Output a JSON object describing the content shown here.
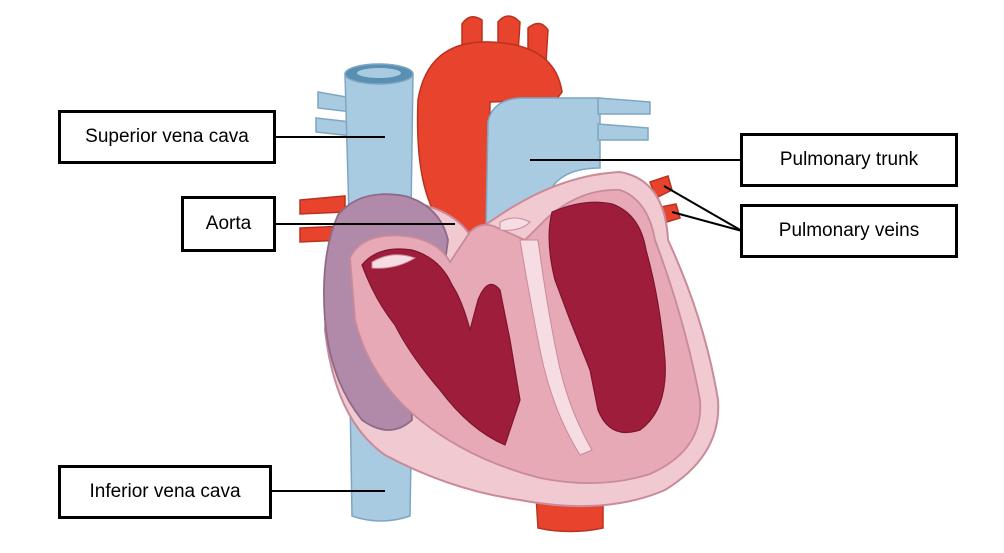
{
  "labels": {
    "superior_vena_cava": "Superior vena cava",
    "aorta": "Aorta",
    "inferior_vena_cava": "Inferior vena cava",
    "pulmonary_trunk": "Pulmonary trunk",
    "pulmonary_veins": "Pulmonary veins"
  },
  "colors": {
    "vena_cava": "#a9cbe2",
    "aorta": "#e8442d",
    "atrium": "#b08aa8",
    "pericardium": "#f1c9d1",
    "myocardium": "#e7a9b6",
    "chamber": "#9e1d3b"
  }
}
